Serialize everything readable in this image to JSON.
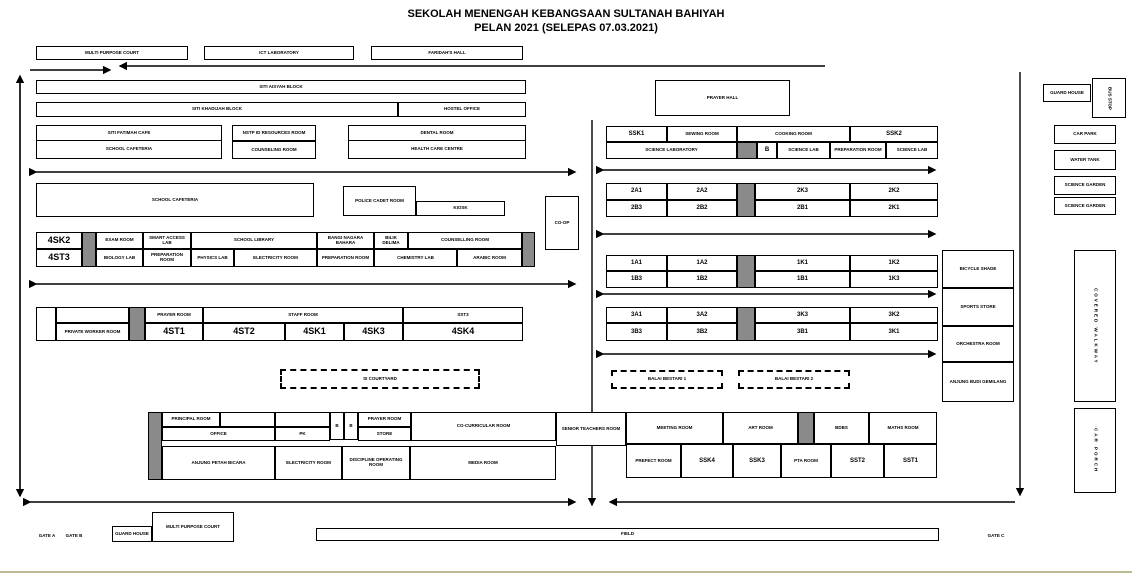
{
  "title": "SEKOLAH MENENGAH KEBANGSAAN SULTANAH BAHIYAH",
  "subtitle": "PELAN 2021 (SELEPAS 07.03.2021)",
  "top_row": [
    "MULTI PURPOSE COURT",
    "ICT LABORATORY",
    "FARIDAH'S HALL"
  ],
  "left": {
    "siti_aisyah": "SITI AISYAH BLOCK",
    "siti_khadijah": "SITI KHADIJAH BLOCK",
    "hostel_office": "HOSTEL OFFICE",
    "siti_fatimah_cafe": "SITI FATIMAH CAFE",
    "school_cafeteria_1": "SCHOOL CAFETERIA",
    "resource_room": "NSTP ID RESOURCES ROOM",
    "counseling_room": "COUNSELING ROOM",
    "dental_room": "DENTAL ROOM",
    "health_care": "HEALTH CARE CENTRE",
    "school_cafeteria_2": "SCHOOL CAFETERIA",
    "police_cadet": "POLICE CADET ROOM",
    "kiosk": "KIOSK",
    "coop": "CO-OP",
    "r1": [
      "4SK2",
      "EXAM ROOM",
      "SMART ACCESS LAB",
      "SCHOOL LIBRARY",
      "BANGI NAGARA BAHARA",
      "BILIK DELIMA",
      "COUNSELLING ROOM"
    ],
    "r2": [
      "4ST3",
      "BIOLOGY LAB",
      "PREPARATION ROOM",
      "PHYSICS LAB",
      "ELECTRICITY ROOM",
      "PREPARATION ROOM",
      "CHEMISTRY LAB",
      "ARABIC ROOM"
    ],
    "prayer_room": "PRAYER ROOM",
    "staff_room": "STAFF ROOM",
    "sst3": "SST3",
    "private_worker": "PRIVATE WORKER ROOM",
    "r3": [
      "4ST1",
      "4ST2",
      "4SK1",
      "4SK3",
      "4SK4"
    ],
    "courtyard": "SI COURTYARD"
  },
  "right": {
    "prayer_hall": "PRAYER HALL",
    "ssk1": "SSK1",
    "sewing_room": "SEWING ROOM",
    "cooking_room": "COOKING ROOM",
    "ssk2": "SSK2",
    "science_lab_1": "SCIENCE LABORATORY",
    "b": "B",
    "science_lab_2": "SCIENCE LAB",
    "prep_room": "PREPARATION ROOM",
    "science_lab_3": "SCIENCE LAB",
    "grid1": [
      [
        "2A1",
        "2A2",
        "2K3",
        "2K2"
      ],
      [
        "2B3",
        "2B2",
        "2B1",
        "2K1"
      ]
    ],
    "grid2": [
      [
        "1A1",
        "1A2",
        "1K1",
        "1K2"
      ],
      [
        "1B3",
        "1B2",
        "1B1",
        "1K3"
      ]
    ],
    "grid3": [
      [
        "3A1",
        "3A2",
        "3K3",
        "3K2"
      ],
      [
        "3B3",
        "3B2",
        "3B1",
        "3K1"
      ]
    ],
    "bicycle_shade": "BICYCLE SHADE",
    "sports_store": "SPORTS STORE",
    "orchestra_room": "ORCHESTRA ROOM",
    "gemilang": "ANJUNG BUDI GEMILANG",
    "balai_1": "BALAI BESTARI 1",
    "balai_2": "BALAI BESTARI 2"
  },
  "bottom": {
    "principal": "PRINCIPAL ROOM",
    "office": "OFFICE",
    "pk": "PK",
    "store": "STORE",
    "prayer_room": "PRAYER ROOM",
    "cocurricular": "CO-CURRICULAR ROOM",
    "senior_teachers": "SENIOR TEACHERS ROOM",
    "meeting_room": "MEETING ROOM",
    "art_room": "ART ROOM",
    "bdbs": "BDBS",
    "maths_room": "MATHS ROOM",
    "anjung": "ANJUNG PETAH BICARA",
    "electricity": "ELECTRICITY ROOM",
    "discipline": "DISCIPLINE OPERATING ROOM",
    "media": "MEDIA ROOM",
    "prefect": "PREFECT ROOM",
    "ssk4": "SSK4",
    "ssk3": "SSK3",
    "pta": "PTA ROOM",
    "sst2": "SST2",
    "sst1": "SST1",
    "b1": "B",
    "b2": "B"
  },
  "far_right": {
    "guard_house": "GUARD HOUSE",
    "bus_stop": "BUS STOP",
    "car_park": "CAR PARK",
    "water_tank": "WATER TANK",
    "science_garden_1": "SCIENCE GARDEN",
    "science_garden_2": "SCIENCE GARDEN",
    "walkway": "COVERED WALKWAY",
    "car_porch": "CAR PORCH"
  },
  "ground": {
    "guard_house": "GUARD HOUSE",
    "multi_court": "MULTI PURPOSE COURT",
    "field": "FIELD",
    "gate_a": "GATE A",
    "gate_b": "GATE B",
    "gate_c": "GATE C"
  }
}
